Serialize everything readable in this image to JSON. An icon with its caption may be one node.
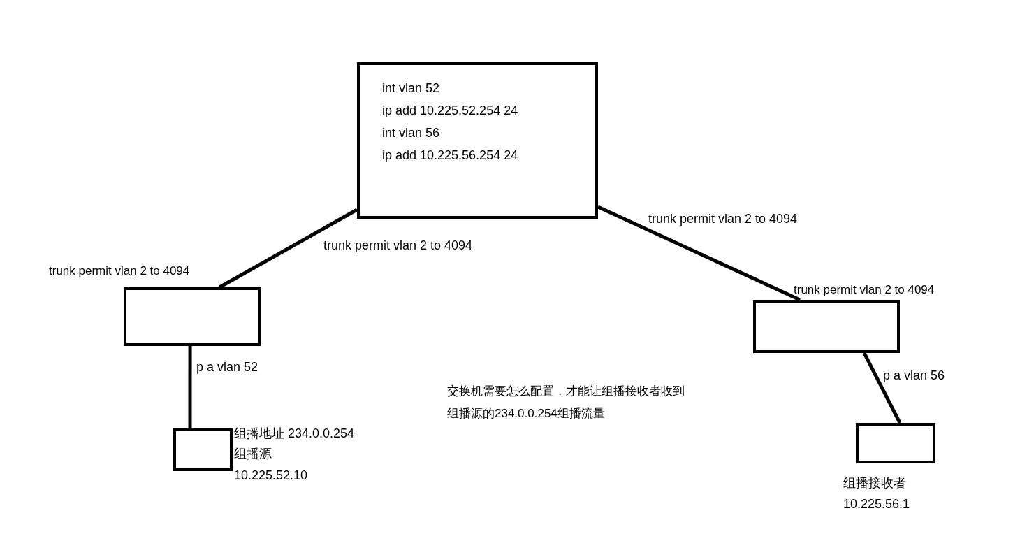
{
  "diagram": {
    "nodes": [
      {
        "text": [
          "int vlan 52",
          "ip add 10.225.52.254 24",
          "int vlan 56",
          "ip add 10.225.56.254 24"
        ]
      },
      {
        "text": [],
        "shape": "box"
      },
      {
        "text": [],
        "shape": "box"
      },
      {
        "text": [],
        "shape": "box",
        "beside": [
          "组播地址 234.0.0.254",
          "组播源",
          "10.225.52.10"
        ]
      },
      {
        "text": [],
        "shape": "box",
        "beside": [
          "组播接收者",
          "10.225.56.1"
        ]
      }
    ],
    "edges": [
      {
        "from": 0,
        "to": 1,
        "arrow": "none",
        "label": "trunk permit vlan 2 to 4094"
      },
      {
        "from": 0,
        "to": 2,
        "arrow": "none",
        "label": "trunk permit vlan 2 to 4094"
      },
      {
        "from": 1,
        "to": 3,
        "arrow": "none",
        "label": "p a vlan 52"
      },
      {
        "from": 2,
        "to": 4,
        "arrow": "none",
        "label": "p a vlan 56"
      }
    ],
    "labels": [
      "trunk permit vlan 2 to 4094",
      "trunk permit vlan 2 to 4094",
      "交换机需要怎么配置，才能让组播接收者收到组播源的234.0.0.254组播流量"
    ]
  }
}
